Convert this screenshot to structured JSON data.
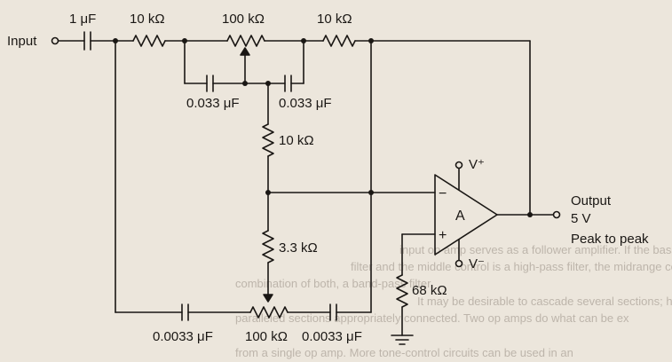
{
  "labels": {
    "input": "Input",
    "c_in": "1 μF",
    "r1": "10 kΩ",
    "pot_top": "100 kΩ",
    "r2": "10 kΩ",
    "c_a": "0.033 μF",
    "c_b": "0.033 μF",
    "r_mid": "10 kΩ",
    "r_low": "3.3 kΩ",
    "r_ground": "68 kΩ",
    "c_c": "0.0033 μF",
    "pot_bottom": "100 kΩ",
    "c_d": "0.0033 μF",
    "opamp": "A",
    "vplus": "V⁺",
    "vminus": "V⁻",
    "minus": "−",
    "plus": "+",
    "output": "Output",
    "output_value": "5 V",
    "output_note": "Peak to peak"
  },
  "background_text": [
    "input op amp serves as a follower amplifier. If the bass control is a lo",
    "filter and the middle control is a high-pass filter, the midrange contr",
    "combination of both, a band-pass filter.",
    "It may be desirable to cascade several sections; however",
    "paralleled sections appropriately connected. Two op amps do what can be ex",
    "from a single op amp. More tone-control circuits can be used in an"
  ],
  "colors": {
    "paper": "#ece6dc",
    "ink": "#1a1714",
    "bleed": "#bdb5ab"
  }
}
